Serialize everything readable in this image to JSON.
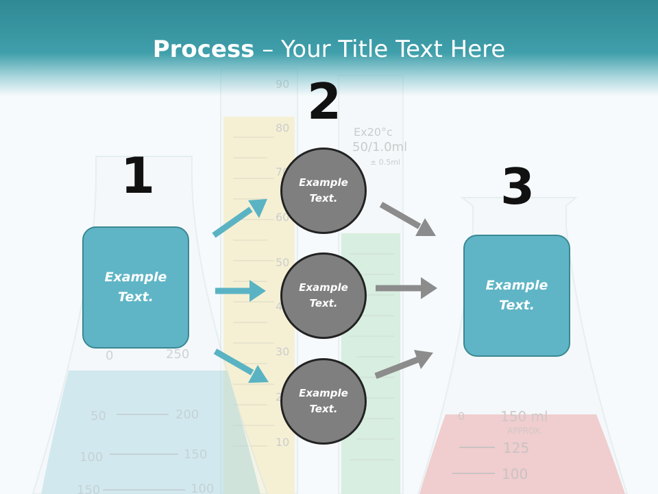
{
  "header": {
    "title_bold": "Process",
    "title_rest": " – Your Title Text Here"
  },
  "steps": {
    "n1": "1",
    "n2": "2",
    "n3": "3"
  },
  "boxes": {
    "left": "Example\nText.",
    "right": "Example\nText."
  },
  "circles": {
    "top": "Example\nText.",
    "middle": "Example\nText.",
    "bottom": "Example\nText."
  },
  "background": {
    "flask_left_marks": [
      "250",
      "200",
      "150",
      "100",
      "50",
      "100",
      "150",
      "0"
    ],
    "cylinder_left_marks": [
      "90",
      "80",
      "70",
      "60",
      "50",
      "40",
      "30",
      "20",
      "10"
    ],
    "cylinder_right_marks": [
      "Ex20°c",
      "50/1.0ml",
      "± 0.5ml"
    ],
    "flask_right_marks": [
      "150 ml",
      "APPROX.",
      "125",
      "100",
      "0"
    ]
  },
  "colors": {
    "header": "#3f9faa",
    "box": "#5fb5c5",
    "circle": "#7f7f7f",
    "arrow_blue": "#5ab3c3",
    "arrow_gray": "#8c8c8c"
  }
}
